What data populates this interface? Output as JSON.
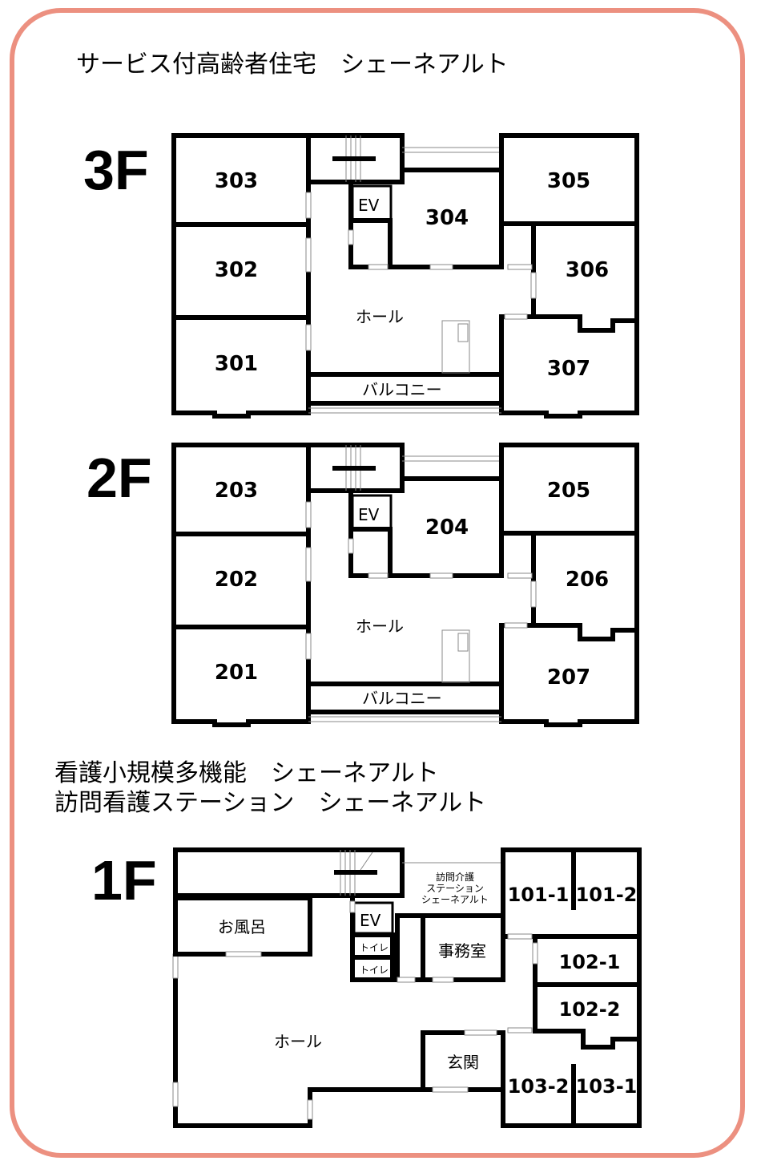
{
  "titles": {
    "upper": "サービス付高齢者住宅　シェーネアルト",
    "lower_line1": "看護小規模多機能　シェーネアルト",
    "lower_line2": "訪問看護ステーション　シェーネアルト"
  },
  "floor3": {
    "floor_label": "3F",
    "rooms": [
      "303",
      "302",
      "301",
      "304",
      "305",
      "306",
      "307"
    ],
    "ev": "EV",
    "hall": "ホール",
    "balcony": "バルコニー"
  },
  "floor2": {
    "floor_label": "2F",
    "rooms": [
      "203",
      "202",
      "201",
      "204",
      "205",
      "206",
      "207"
    ],
    "ev": "EV",
    "hall": "ホール",
    "balcony": "バルコニー"
  },
  "floor1": {
    "floor_label": "1F",
    "rooms": [
      "101-1",
      "101-2",
      "102-1",
      "102-2",
      "103-2",
      "103-1"
    ],
    "ev": "EV",
    "hall": "ホール",
    "bath": "お風呂",
    "toilet": "トイレ",
    "office": "事務室",
    "entrance": "玄関",
    "station": [
      "訪問介護",
      "ステーション",
      "シェーネアルト"
    ]
  }
}
